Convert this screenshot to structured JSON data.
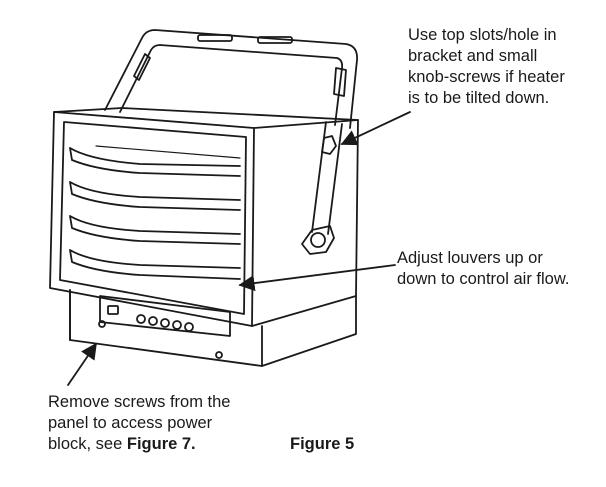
{
  "callouts": {
    "tilt": {
      "lines": [
        "Use top slots/hole in",
        "bracket and small",
        "knob-screws if heater",
        "is to be tilted down."
      ]
    },
    "louvers": {
      "lines": [
        "Adjust louvers up or",
        "down to control air flow."
      ]
    },
    "screws": {
      "lines": [
        "Remove screws from the",
        "panel to access power"
      ],
      "last_line_prefix": "block, see ",
      "last_line_ref": "Figure 7."
    }
  },
  "figure": {
    "caption": "Figure 5"
  }
}
